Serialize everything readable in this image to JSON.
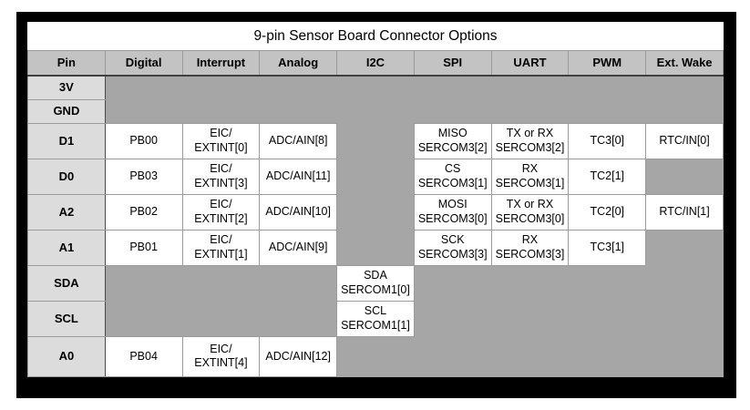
{
  "title": "9-pin Sensor Board Connector Options",
  "columns": [
    "Pin",
    "Digital",
    "Interrupt",
    "Analog",
    "I2C",
    "SPI",
    "UART",
    "PWM",
    "Ext. Wake"
  ],
  "rows": [
    {
      "pin": "3V",
      "cells": [
        "",
        "",
        "",
        "",
        "",
        "",
        "",
        ""
      ]
    },
    {
      "pin": "GND",
      "cells": [
        "",
        "",
        "",
        "",
        "",
        "",
        "",
        ""
      ]
    },
    {
      "pin": "D1",
      "cells": [
        "PB00",
        "EIC/\nEXTINT[0]",
        "ADC/AIN[8]",
        "",
        "MISO\nSERCOM3[2]",
        "TX or RX\nSERCOM3[2]",
        "TC3[0]",
        "RTC/IN[0]"
      ]
    },
    {
      "pin": "D0",
      "cells": [
        "PB03",
        "EIC/\nEXTINT[3]",
        "ADC/AIN[11]",
        "",
        "CS\nSERCOM3[1]",
        "RX\nSERCOM3[1]",
        "TC2[1]",
        ""
      ]
    },
    {
      "pin": "A2",
      "cells": [
        "PB02",
        "EIC/\nEXTINT[2]",
        "ADC/AIN[10]",
        "",
        "MOSI\nSERCOM3[0]",
        "TX or RX\nSERCOM3[0]",
        "TC2[0]",
        "RTC/IN[1]"
      ]
    },
    {
      "pin": "A1",
      "cells": [
        "PB01",
        "EIC/\nEXTINT[1]",
        "ADC/AIN[9]",
        "",
        "SCK\nSERCOM3[3]",
        "RX\nSERCOM3[3]",
        "TC3[1]",
        ""
      ]
    },
    {
      "pin": "SDA",
      "cells": [
        "",
        "",
        "",
        "SDA\nSERCOM1[0]",
        "",
        "",
        "",
        ""
      ]
    },
    {
      "pin": "SCL",
      "cells": [
        "",
        "",
        "",
        "SCL\nSERCOM1[1]",
        "",
        "",
        "",
        ""
      ]
    },
    {
      "pin": "A0",
      "cells": [
        "PB04",
        "EIC/\nEXTINT[4]",
        "ADC/AIN[12]",
        "",
        "",
        "",
        "",
        ""
      ]
    }
  ],
  "colors": {
    "frame": "#000000",
    "header_bg": "#c3c3c3",
    "pin_column_bg": "#dcdcdc",
    "inactive_cell_bg": "#a6a6a6",
    "active_cell_bg": "#ffffff",
    "grid_line": "#9b9b9b",
    "dark_line": "#404040"
  }
}
